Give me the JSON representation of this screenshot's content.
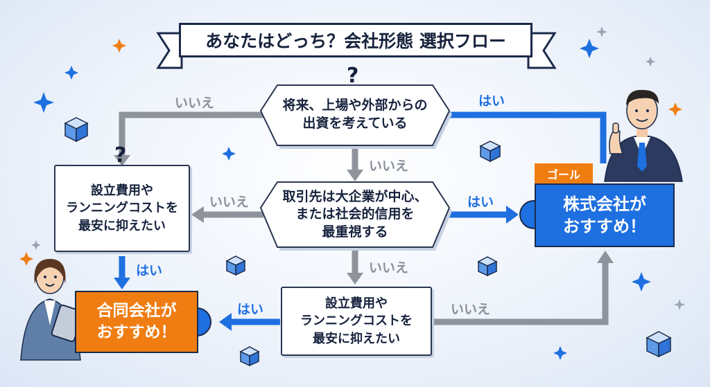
{
  "title": "あなたはどっち？会社形態 選択フロー",
  "questions": {
    "q1": [
      "将来、上場や外部からの",
      "出資を考えている"
    ],
    "q2": [
      "取引先は大企業が中心、",
      "または社会的信用を",
      "最重視する"
    ],
    "q3_left": [
      "設立費用や",
      "ランニングコストを",
      "最安に抑えたい"
    ],
    "q3_bottom": [
      "設立費用や",
      "ランニングコストを",
      "最安に抑えたい"
    ]
  },
  "labels": {
    "yes": "はい",
    "no": "いいえ"
  },
  "goal_tag": "ゴール",
  "results": {
    "kabushiki": [
      "株式会社が",
      "おすすめ！"
    ],
    "godo": [
      "合同会社が",
      "おすすめ！"
    ]
  },
  "question_mark": "?",
  "colors": {
    "blue": "#1e6fe0",
    "gray": "#8f949c",
    "orange": "#f07d12",
    "navy": "#1b2a4a"
  },
  "icons": [
    "sparkle-icon",
    "cube-icon",
    "businessman-icon",
    "businesswoman-icon"
  ]
}
